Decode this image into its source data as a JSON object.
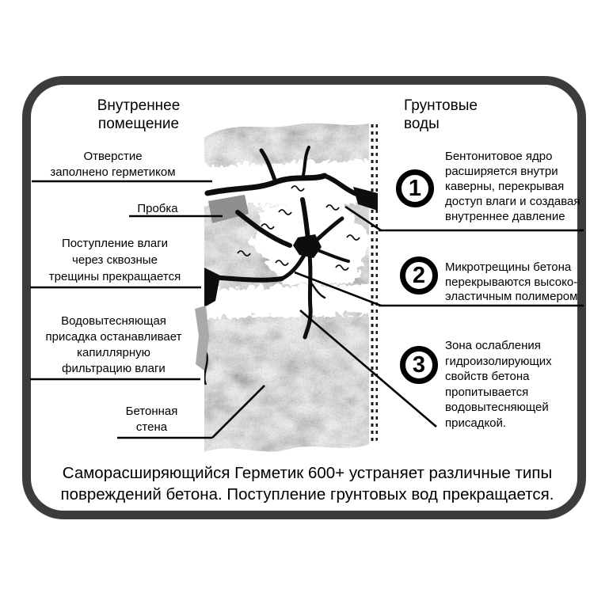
{
  "colors": {
    "frame": "#3c3c3c",
    "concrete": "#cdd0cd",
    "plug": "#8f8f8f",
    "sealant": "#ffffff",
    "ink": "#000000"
  },
  "titles": {
    "left": "Внутреннее\nпомещение",
    "right": "Грунтовые\nводы"
  },
  "left_labels": [
    {
      "text": "Отверстие\nзаполнено герметиком"
    },
    {
      "text": "Пробка"
    },
    {
      "text": "Поступление влаги\nчерез сквозные\nтрещины прекращается"
    },
    {
      "text": "Водовытесняющая\nприсадка останавливает\nкапиллярную\nфильтрацию влаги"
    },
    {
      "text": "Бетонная\nстена"
    }
  ],
  "right_labels": [
    {
      "number": "1",
      "text": "Бентонитовое ядро\nрасширяется внутри\nкаверны, перекрывая\nдоступ влаги и создавая\nвнутреннее давление"
    },
    {
      "number": "2",
      "text": "Микротрещины бетона\nперекрываются высоко-\nэластичным полимером"
    },
    {
      "number": "3",
      "text": "Зона ослабления\nгидроизолирующих\nсвойств бетона\nпропитывается\nводовытесняющей\nприсадкой."
    }
  ],
  "caption": "Саморасширяющийся Герметик 600+  устраняет различные типы\nповреждений бетона. Поступление грунтовых вод прекращается."
}
